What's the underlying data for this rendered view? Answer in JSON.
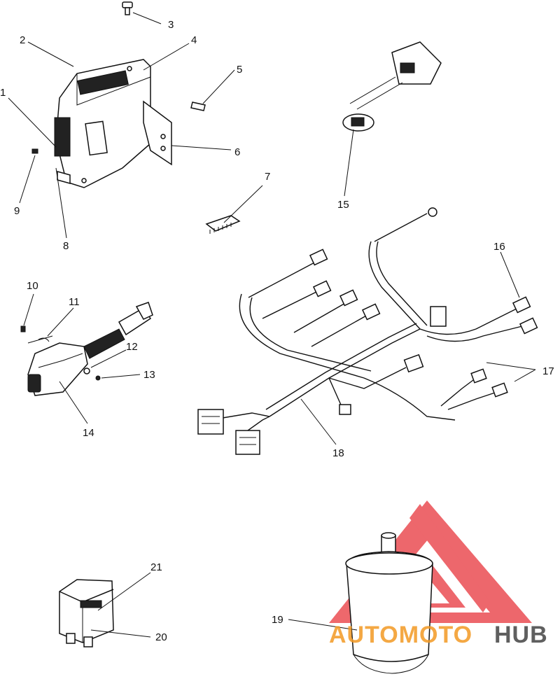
{
  "callouts": [
    {
      "id": "1",
      "label": "1"
    },
    {
      "id": "2",
      "label": "2"
    },
    {
      "id": "3",
      "label": "3"
    },
    {
      "id": "4",
      "label": "4"
    },
    {
      "id": "5",
      "label": "5"
    },
    {
      "id": "6",
      "label": "6"
    },
    {
      "id": "7",
      "label": "7"
    },
    {
      "id": "8",
      "label": "8"
    },
    {
      "id": "9",
      "label": "9"
    },
    {
      "id": "10",
      "label": "10"
    },
    {
      "id": "11",
      "label": "11"
    },
    {
      "id": "12",
      "label": "12"
    },
    {
      "id": "13",
      "label": "13"
    },
    {
      "id": "14",
      "label": "14"
    },
    {
      "id": "15",
      "label": "15"
    },
    {
      "id": "16",
      "label": "16"
    },
    {
      "id": "17",
      "label": "17"
    },
    {
      "id": "18",
      "label": "18"
    },
    {
      "id": "19",
      "label": "19"
    },
    {
      "id": "20",
      "label": "20"
    },
    {
      "id": "21",
      "label": "21"
    }
  ],
  "watermark": {
    "part1": "AUTOMOTO",
    "part2": "HUB",
    "color_main": "#f39a24",
    "color_hub": "#444444",
    "logo_color": "#e8353b"
  }
}
